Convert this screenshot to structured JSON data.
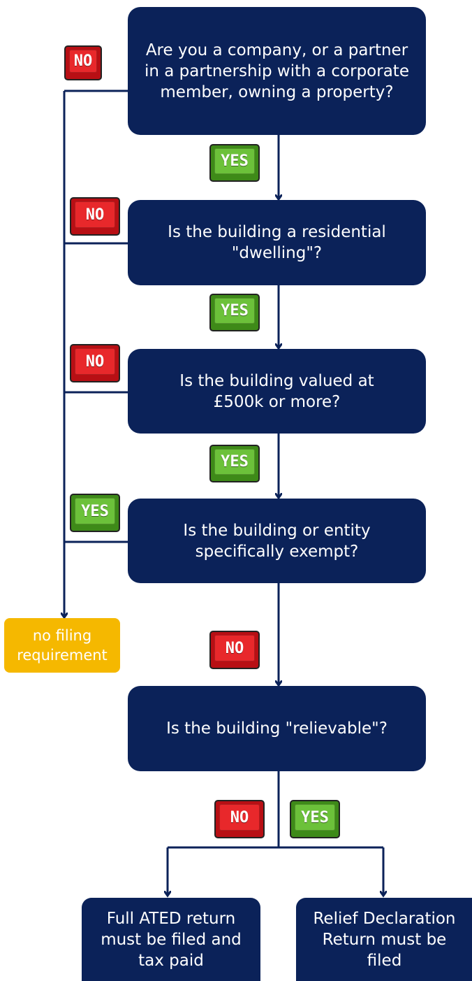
{
  "colors": {
    "node_fill": "#0b2259",
    "terminal_fill": "#f5b800",
    "connector": "#0b2259",
    "no_key": "#e8282b",
    "yes_key": "#6cc13a"
  },
  "questions": {
    "q1": "Are you a company, or a partner\nin a partnership with a corporate\nmember, owning a property?",
    "q2": "Is the building a residential\n\"dwelling\"?",
    "q3": "Is the building valued at\n£500k or more?",
    "q4": "Is the building or entity\nspecifically exempt?",
    "q5": "Is the building \"relievable\"?"
  },
  "outcomes": {
    "no_filing": "no filing\nrequirement",
    "full_return": "Full ATED return\nmust be filed and\ntax paid",
    "relief_return": "Relief Declaration\nReturn must be\nfiled"
  },
  "answers": {
    "no": "NO",
    "yes": "YES"
  }
}
